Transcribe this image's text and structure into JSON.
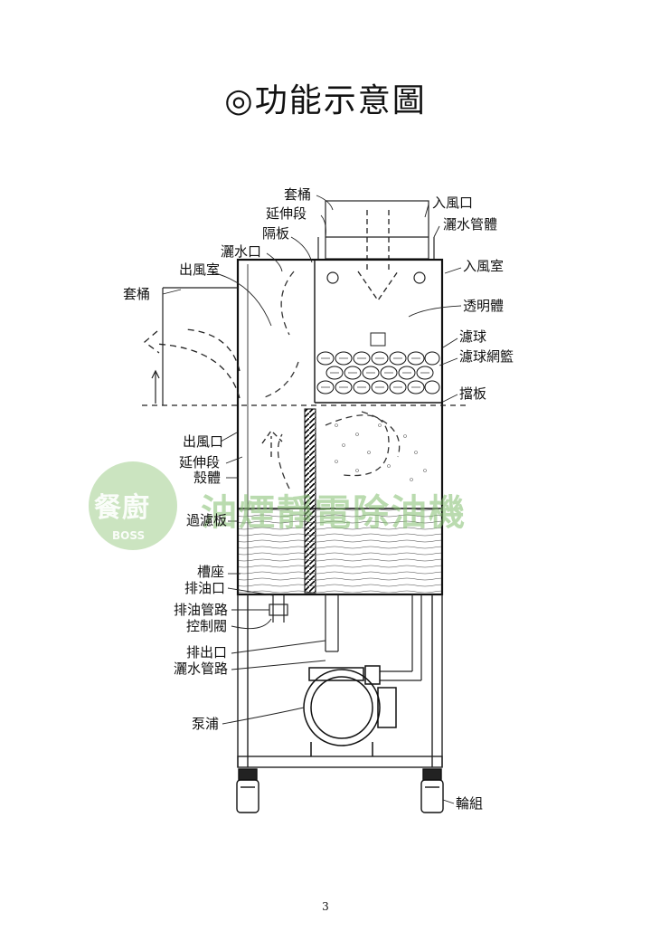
{
  "title": "◎功能示意圖",
  "labels": {
    "outer_sleeve_top": "套桶",
    "extension_top": "延伸段",
    "partition": "隔板",
    "water_inlet": "灑水口",
    "air_outlet_chamber": "出風室",
    "outer_sleeve_left": "套桶",
    "air_inlet": "入風口",
    "water_pipe_body": "灑水管體",
    "air_inlet_chamber": "入風室",
    "transparent_body": "透明體",
    "filter_balls": "濾球",
    "filter_ball_basket": "濾球網籃",
    "baffle": "擋板",
    "air_outlet": "出風口",
    "extension_mid": "延伸段",
    "housing": "殼體",
    "filter_plate": "過濾板",
    "tank_base": "槽座",
    "oil_drain": "排油口",
    "oil_drain_pipe": "排油管路",
    "control_valve": "控制閥",
    "discharge_outlet": "排出口",
    "water_pipeline": "灑水管路",
    "pump": "泵浦",
    "wheel_set": "輪組"
  },
  "watermark": {
    "badge": "餐廚",
    "badge_sub": "BOSS",
    "text": "油煙靜電除油機"
  },
  "page_number": "3"
}
